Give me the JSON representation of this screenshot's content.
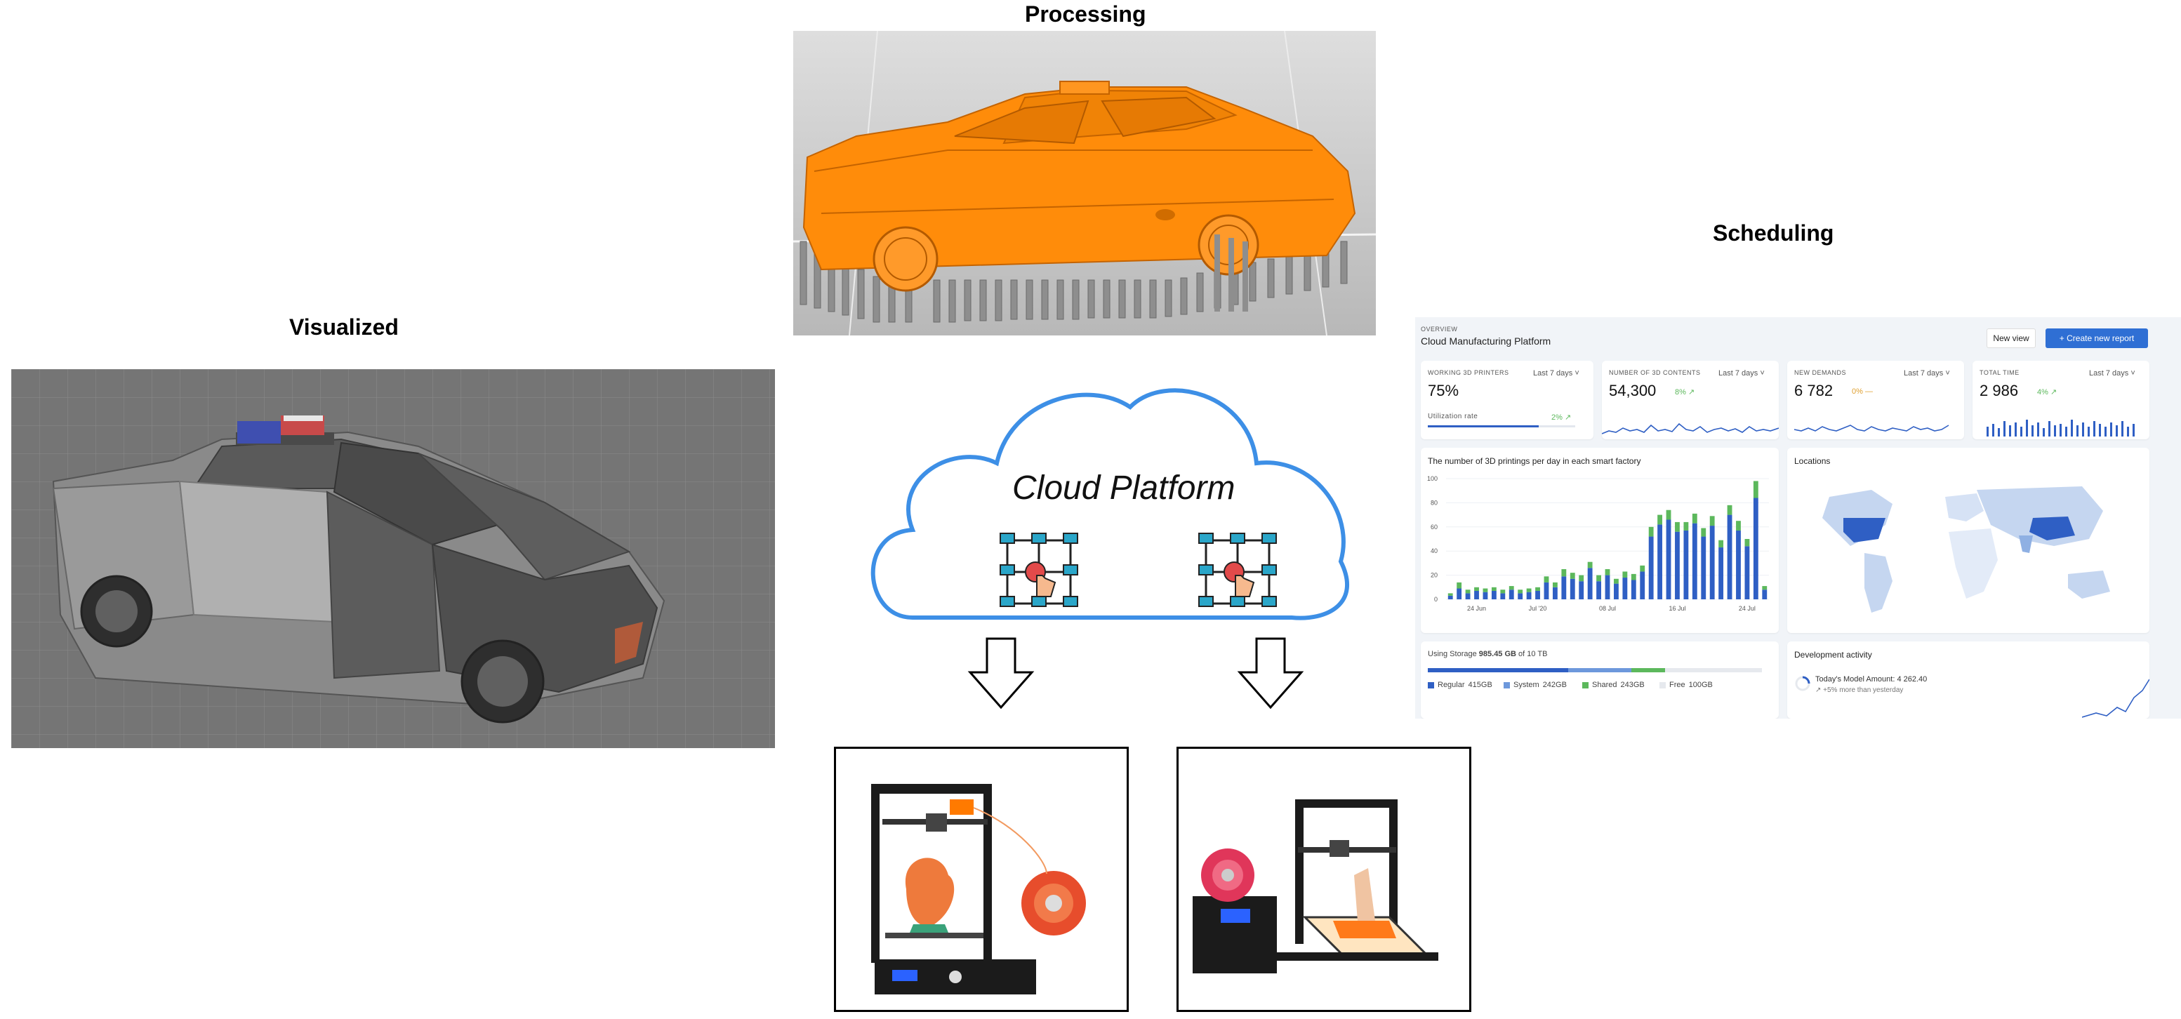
{
  "headings": {
    "processing": "Processing",
    "scheduling": "Scheduling",
    "visualized": "Visualized"
  },
  "cloud": {
    "label": "Cloud Platform"
  },
  "colors": {
    "car_orange": "#ff8c0a",
    "cloud_stroke": "#3d8fe6",
    "dash_blue": "#2f5fc4",
    "dash_green": "#5cb85c",
    "dash_bg": "#f1f4f8"
  },
  "icons": [
    "network-touch-icon",
    "network-touch-icon",
    "down-arrow-icon",
    "down-arrow-icon"
  ],
  "dashboard": {
    "overview": "OVERVIEW",
    "title": "Cloud Manufacturing Platform",
    "new_view": "New view",
    "create_report": "+   Create new report",
    "kpis": [
      {
        "label": "WORKING 3D PRINTERS",
        "range": "Last 7 days ˅",
        "value": "75%",
        "sub": "Utilization rate",
        "delta": "2% ↗"
      },
      {
        "label": "NUMBER OF 3D CONTENTS",
        "range": "Last 7 days ˅",
        "value": "54,300",
        "delta": "8% ↗"
      },
      {
        "label": "NEW DEMANDS",
        "range": "Last 7 days ˅",
        "value": "6 782",
        "delta": "0% —"
      },
      {
        "label": "TOTAL TIME",
        "range": "Last 7 days ˅",
        "value": "2 986",
        "delta": "4% ↗"
      }
    ],
    "chart_title": "The number of 3D printings per day in each smart factory",
    "locations_title": "Locations",
    "storage": {
      "label_prefix": "Using Storage",
      "used": "985.45 GB",
      "label_suffix": "of 10 TB",
      "legend": [
        {
          "name": "Regular",
          "value": "415GB"
        },
        {
          "name": "System",
          "value": "242GB"
        },
        {
          "name": "Shared",
          "value": "243GB"
        },
        {
          "name": "Free",
          "value": "100GB"
        }
      ]
    },
    "dev": {
      "title": "Development activity",
      "line1": "Today's Model Amount: 4 262.40",
      "line2": "↗ +5% more than yesterday"
    }
  },
  "chart_data": {
    "type": "bar",
    "title": "The number of 3D printings per day in each smart factory",
    "xlabel": "",
    "ylabel": "",
    "ylim": [
      0,
      100
    ],
    "yticks": [
      "0",
      "20",
      "40",
      "60",
      "80",
      "100"
    ],
    "xticks": [
      "24 Jun",
      "Jul '20",
      "08 Jul",
      "16 Jul",
      "24 Jul"
    ],
    "xtick_index": [
      3,
      10,
      18,
      26,
      34
    ],
    "stacked": true,
    "series": [
      {
        "values": [
          3,
          9,
          5,
          7,
          6,
          7,
          5,
          8,
          5,
          6,
          7,
          14,
          10,
          19,
          17,
          15,
          26,
          15,
          20,
          13,
          18,
          16,
          23,
          52,
          62,
          66,
          56,
          57,
          63,
          52,
          61,
          43,
          70,
          57,
          44,
          84,
          8
        ]
      },
      {
        "values": [
          2,
          5,
          3,
          3,
          3,
          3,
          3,
          3,
          3,
          3,
          3,
          5,
          4,
          6,
          5,
          5,
          5,
          5,
          5,
          4,
          5,
          5,
          5,
          8,
          8,
          8,
          8,
          7,
          8,
          7,
          8,
          6,
          8,
          8,
          6,
          14,
          3
        ]
      }
    ],
    "grid": true
  }
}
